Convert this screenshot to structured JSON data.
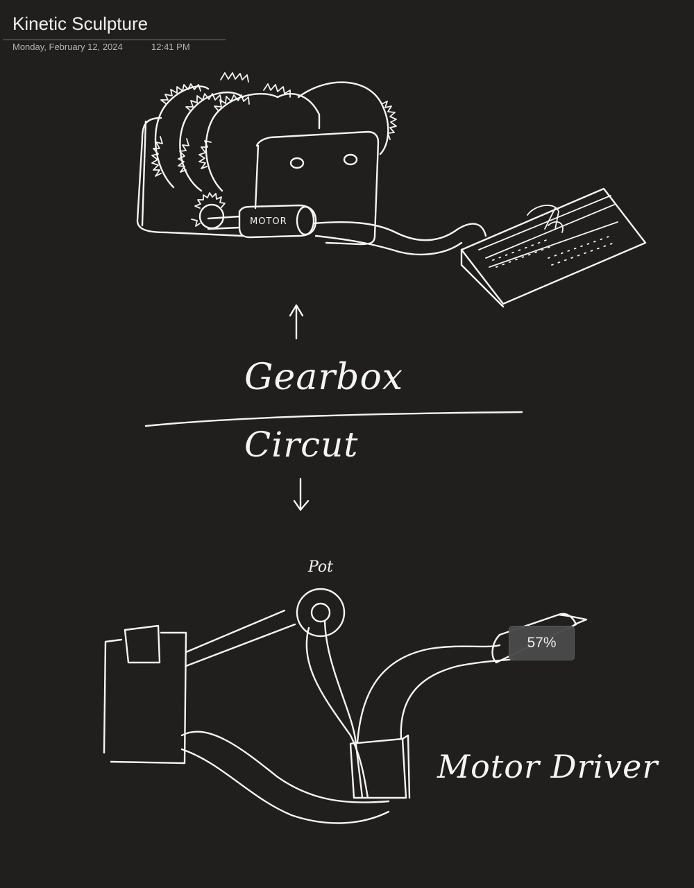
{
  "page": {
    "title": "Kinetic Sculpture",
    "date": "Monday, February 12, 2024",
    "time": "12:41 PM"
  },
  "ink_labels": {
    "motor": "MOTOR",
    "gearbox": "Gearbox",
    "circut": "Circut",
    "pot": "Pot",
    "motor_driver": "Motor Driver"
  },
  "zoom": {
    "level": "57%"
  },
  "colors": {
    "background": "#201f1e",
    "ink": "#f4f4f4",
    "badge": "#4a4a4a"
  }
}
